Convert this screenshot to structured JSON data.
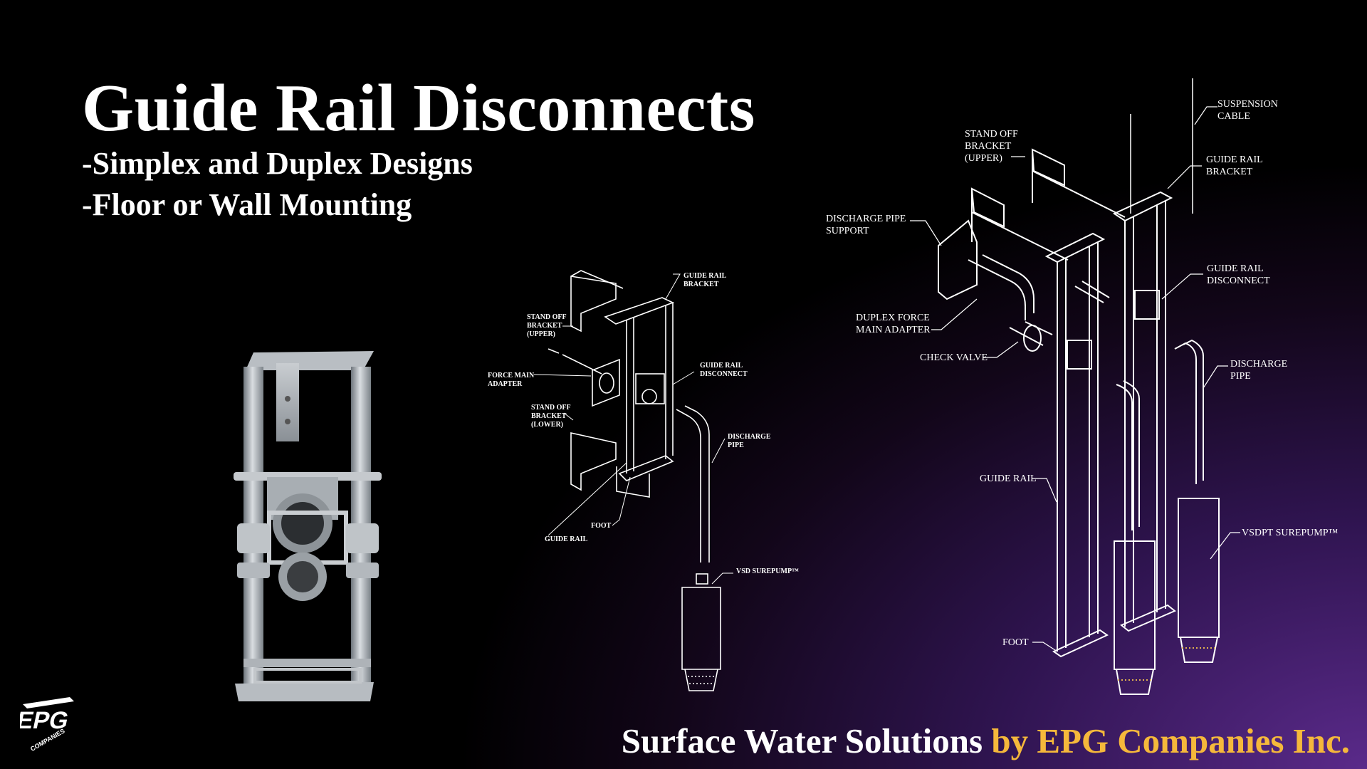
{
  "heading": {
    "title": "Guide Rail Disconnects",
    "subtitle_1": "-Simplex and Duplex Designs",
    "subtitle_2": "-Floor or Wall Mounting"
  },
  "footer": {
    "text_white": "Surface Water Solutions ",
    "text_gold": "by EPG Companies Inc."
  },
  "logo": {
    "text": "EPG",
    "subtext": "COMPANIES"
  },
  "simplex_labels": {
    "guide_rail_bracket": "GUIDE RAIL\nBRACKET",
    "stand_off_upper": "STAND OFF\nBRACKET\n(UPPER)",
    "force_main_adapter": "FORCE MAIN\nADAPTER",
    "guide_rail_disconnect": "GUIDE RAIL\nDISCONNECT",
    "stand_off_lower": "STAND OFF\nBRACKET\n(LOWER)",
    "discharge_pipe": "DISCHARGE\nPIPE",
    "foot": "FOOT",
    "guide_rail": "GUIDE RAIL",
    "vsd_surepump": "VSD SUREPUMP™"
  },
  "duplex_labels": {
    "suspension_cable": "SUSPENSION\nCABLE",
    "stand_off_upper": "STAND OFF\nBRACKET\n(UPPER)",
    "guide_rail_bracket": "GUIDE RAIL\nBRACKET",
    "discharge_pipe_support": "DISCHARGE PIPE\nSUPPORT",
    "guide_rail_disconnect": "GUIDE RAIL\nDISCONNECT",
    "duplex_force_main_adapter": "DUPLEX FORCE\nMAIN ADAPTER",
    "check_valve": "CHECK VALVE",
    "discharge_pipe": "DISCHARGE\nPIPE",
    "guide_rail": "GUIDE RAIL",
    "vsdpt_surepump": "VSDPT SUREPUMP™",
    "foot": "FOOT"
  }
}
